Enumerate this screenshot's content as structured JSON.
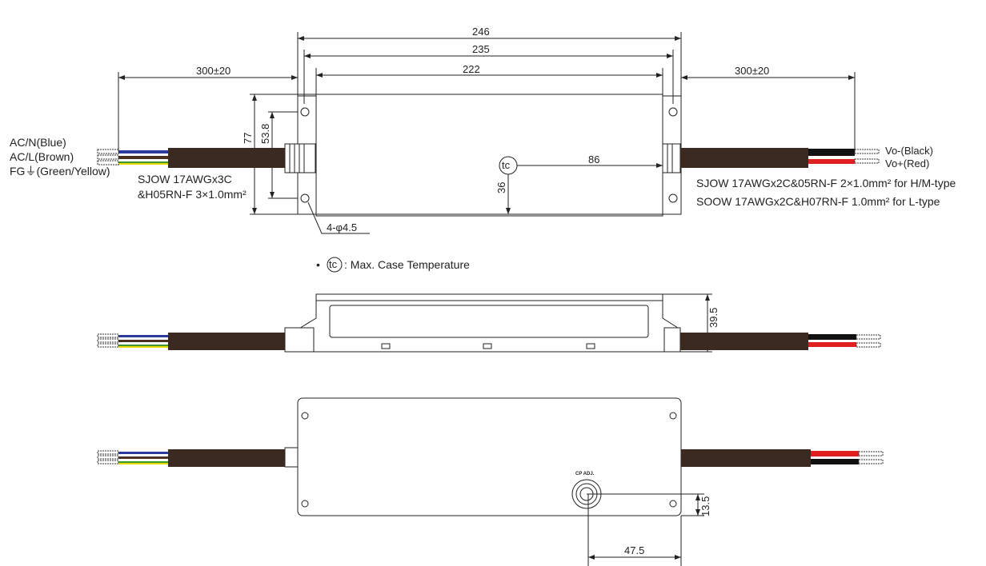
{
  "dimensions": {
    "overall_length": "246",
    "hole_spacing": "235",
    "body_length": "222",
    "input_cable_length": "300±20",
    "output_cable_length": "300±20",
    "width": "77",
    "hole_width_spacing": "53.8",
    "tc_x": "86",
    "tc_y": "36",
    "mount_holes": "4-φ4.5",
    "height": "39.5",
    "adj_y": "13.5",
    "adj_x": "47.5"
  },
  "input_wires": {
    "labels": [
      "AC/N(Blue)",
      "AC/L(Brown)",
      "FG⏚(Green/Yellow)"
    ],
    "cable_spec": [
      "SJOW 17AWGx3C",
      "&H05RN-F 3×1.0mm²"
    ],
    "colors": {
      "blue": "#2b3a9c",
      "brown": "#4a3020",
      "green": "#3c9a2a",
      "yellow": "#e8d800"
    }
  },
  "output_wires": {
    "labels": [
      "Vo-(Black)",
      "Vo+(Red)"
    ],
    "cable_spec": [
      "SJOW 17AWGx2C&05RN-F 2×1.0mm² for H/M-type",
      "SOOW 17AWGx2C&H07RN-F 1.0mm² for L-type"
    ],
    "colors": {
      "black": "#111111",
      "red": "#e02020"
    }
  },
  "legend": {
    "bullet": "•",
    "symbol": "tc",
    "text": ": Max. Case Temperature"
  },
  "adjust_label": "CP ADJ."
}
